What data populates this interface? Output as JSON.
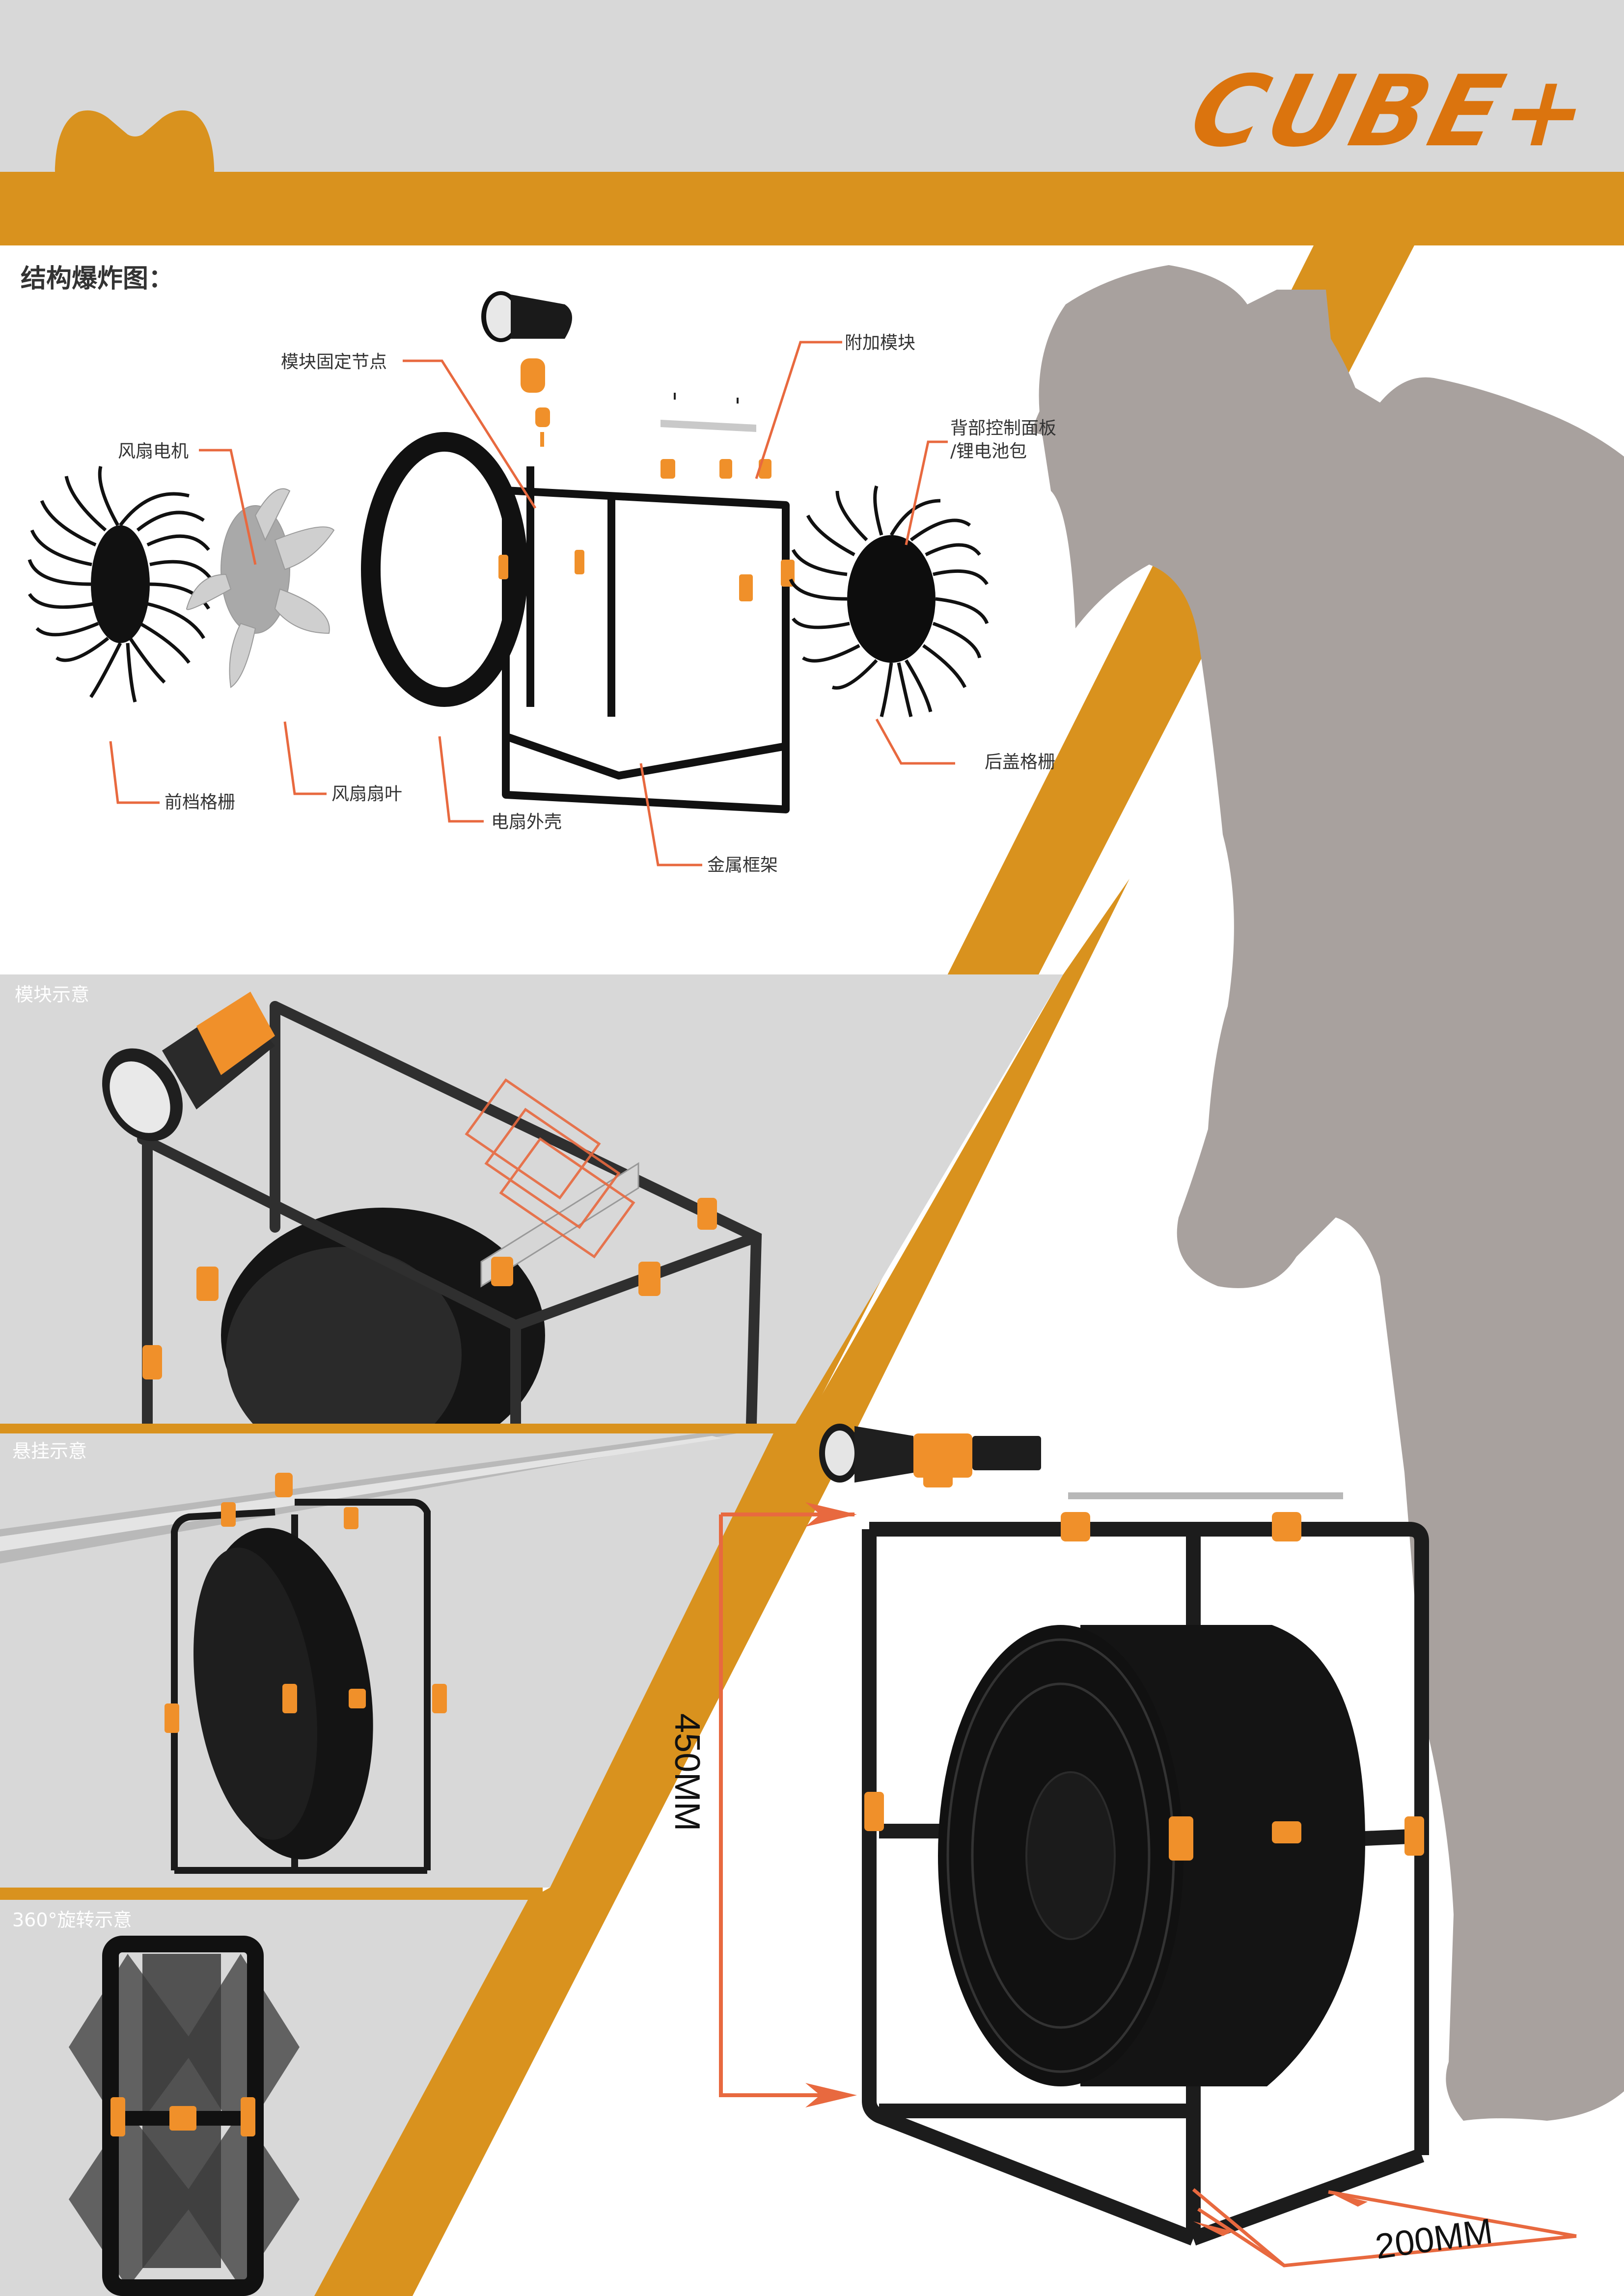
{
  "brand": {
    "logo_text": "CUBE+",
    "logo_color": "#db740e",
    "accent_orange": "#d9921e",
    "callout_line_color": "#e8693f",
    "silhouette_color": "#a8a19e",
    "background_gray": "#d8d8d8"
  },
  "exploded_view": {
    "title": "结构爆炸图：",
    "callouts": [
      {
        "id": "module-fixing-node",
        "label": "模块固定节点"
      },
      {
        "id": "add-on-module",
        "label": "附加模块"
      },
      {
        "id": "fan-motor",
        "label": "风扇电机"
      },
      {
        "id": "rear-panel",
        "label_line1": "背部控制面板",
        "label_line2": "/锂电池包"
      },
      {
        "id": "front-grille",
        "label": "前档格栅"
      },
      {
        "id": "fan-blade",
        "label": "风扇扇叶"
      },
      {
        "id": "fan-housing",
        "label": "电扇外壳"
      },
      {
        "id": "metal-frame",
        "label": "金属框架"
      },
      {
        "id": "rear-grille",
        "label": "后盖格栅"
      }
    ]
  },
  "panels": [
    {
      "id": "module",
      "title": "模块示意"
    },
    {
      "id": "hanging",
      "title": "悬挂示意"
    },
    {
      "id": "rotation",
      "title": "360°旋转示意"
    }
  ],
  "dimensions": {
    "height_label": "450MM",
    "depth_label": "200MM"
  }
}
